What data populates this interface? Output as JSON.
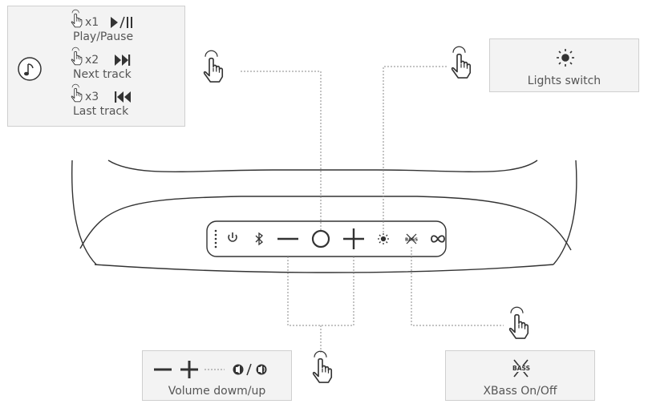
{
  "playback": {
    "items": [
      {
        "clicks": "x1",
        "label": "Play/Pause",
        "symbol": "▶/||"
      },
      {
        "clicks": "x2",
        "label": "Next track",
        "symbol": "▶▶|"
      },
      {
        "clicks": "x3",
        "label": "Last track",
        "symbol": "|◀◀"
      }
    ]
  },
  "lights": {
    "label": "Lights switch",
    "icon": "sun-icon"
  },
  "volume": {
    "label": "Volume dowm/up",
    "icon": "speaker-icon"
  },
  "xbass": {
    "label": "XBass On/Off",
    "badge": "BASS"
  },
  "control_panel": {
    "buttons": [
      "battery-dots",
      "power",
      "bluetooth",
      "volume-down",
      "play",
      "volume-up",
      "lights",
      "xbass",
      "link"
    ]
  },
  "colors": {
    "line": "#333333",
    "dotted": "#888888",
    "panel": "#f3f3f3"
  }
}
